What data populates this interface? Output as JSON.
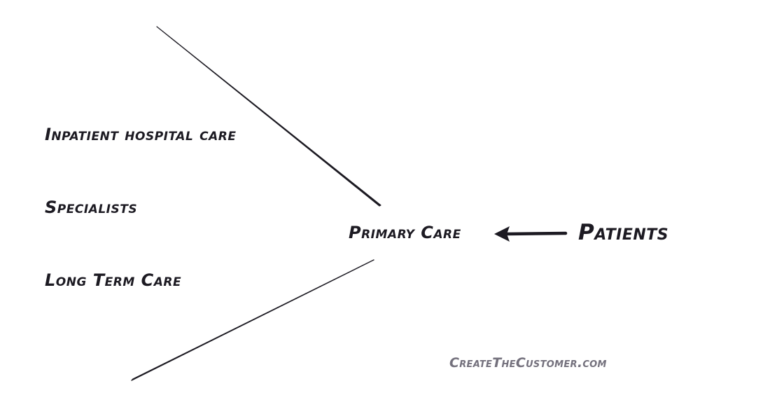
{
  "diagram": {
    "left_items": [
      "Inpatient hospital care",
      "Specialists",
      "Long Term Care"
    ],
    "center_label": "Primary Care",
    "source_label": "Patients",
    "watermark": "CreateTheCustomer.com"
  },
  "colors": {
    "text": "#1c1a22",
    "lines": "#1c1a22",
    "watermark": "#73707c",
    "background": "#ffffff"
  }
}
